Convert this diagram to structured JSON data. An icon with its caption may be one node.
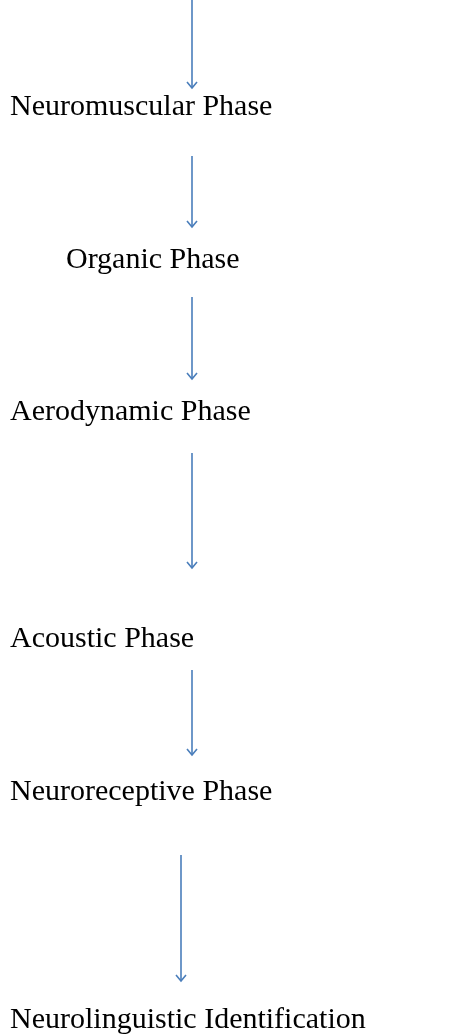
{
  "diagram": {
    "nodes": [
      {
        "text": [
          "Neuromuscular Phase"
        ]
      },
      {
        "text": [
          "Organic Phase"
        ]
      },
      {
        "text": [
          "Aerodynamic Phase"
        ]
      },
      {
        "text": [
          "Acoustic Phase"
        ]
      },
      {
        "text": [
          "Neuroreceptive Phase"
        ]
      },
      {
        "text": [
          "Neurolinguistic Identification"
        ]
      }
    ],
    "edges": [
      {
        "from": null,
        "to": 0,
        "arrow": "to"
      },
      {
        "from": 0,
        "to": 1,
        "arrow": "to"
      },
      {
        "from": 1,
        "to": 2,
        "arrow": "to"
      },
      {
        "from": 2,
        "to": 3,
        "arrow": "to"
      },
      {
        "from": 3,
        "to": 4,
        "arrow": "to"
      },
      {
        "from": 4,
        "to": 5,
        "arrow": "to"
      }
    ]
  }
}
